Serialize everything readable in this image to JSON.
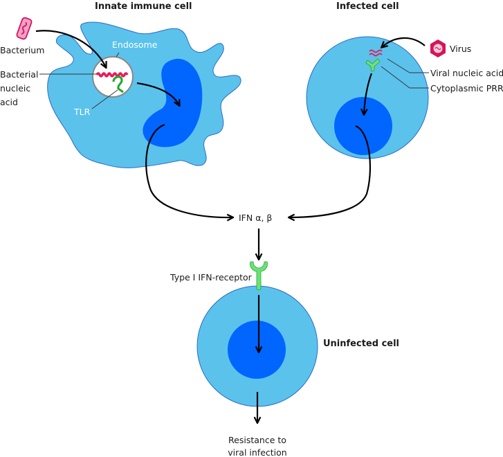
{
  "titles": {
    "innate": "Innate immune cell",
    "infected": "Infected cell",
    "uninfected": "Uninfected cell"
  },
  "labels": {
    "bacterium": "Bacterium",
    "endosome": "Endosome",
    "bacterial_nucleic_acid": [
      "Bacterial",
      "nucleic",
      "acid"
    ],
    "tlr": "TLR",
    "virus": "Virus",
    "viral_nucleic_acid": "Viral nucleic acid",
    "cytoplasmic_prr": "Cytoplasmic PRR",
    "ifn": "IFN α, β",
    "receptor": "Type I IFN-receptor",
    "resistance": [
      "Resistance to",
      "viral infection"
    ]
  },
  "colors": {
    "cytoplasm": "#5bc2ec",
    "nucleus": "#0066ff",
    "outline": "#2a6ac8",
    "nucleic_acid": "#e8195a",
    "receptor": "#6de07a",
    "tlr": "#1fa82a",
    "virus": "#d4145a",
    "bacterium_fill": "#f2a0c8"
  }
}
